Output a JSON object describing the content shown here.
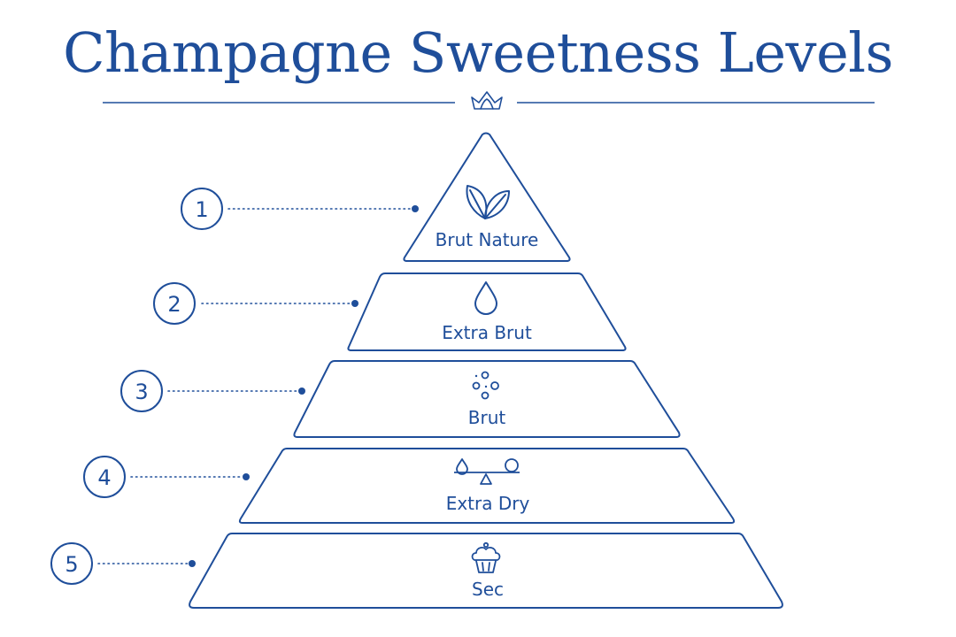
{
  "title": "Champagne Sweetness Levels",
  "colors": {
    "accent": "#1f4e9a",
    "background": "#ffffff"
  },
  "divider_icon": "crown-icon",
  "levels": [
    {
      "number": "1",
      "label": "Brut Nature",
      "icon": "leaves-icon"
    },
    {
      "number": "2",
      "label": "Extra Brut",
      "icon": "water-drop-icon"
    },
    {
      "number": "3",
      "label": "Brut",
      "icon": "bubbles-icon"
    },
    {
      "number": "4",
      "label": "Extra Dry",
      "icon": "balance-scale-icon"
    },
    {
      "number": "5",
      "label": "Sec",
      "icon": "cupcake-icon"
    }
  ]
}
